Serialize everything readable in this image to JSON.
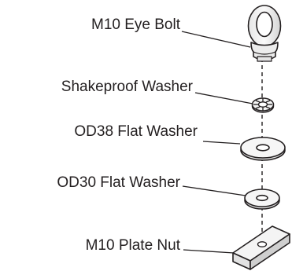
{
  "diagram": {
    "labels": {
      "eye_bolt": "M10 Eye Bolt",
      "shakeproof_washer": "Shakeproof Washer",
      "od38_washer": "OD38 Flat Washer",
      "od30_washer": "OD30 Flat Washer",
      "plate_nut": "M10 Plate Nut"
    },
    "colors": {
      "line": "#231f20",
      "metal": "#f1f1f1",
      "shade": "#c9c9c9",
      "background": "#ffffff"
    }
  }
}
